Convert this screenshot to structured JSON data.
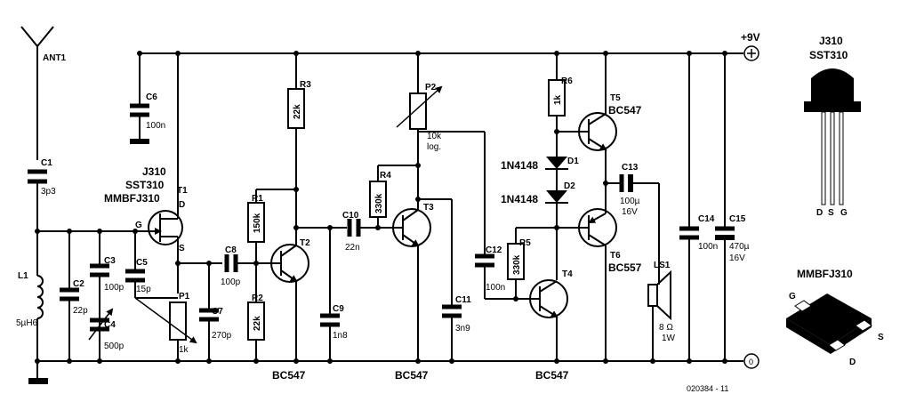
{
  "title": "",
  "supply": {
    "positive": "+9V",
    "ground": "0"
  },
  "drawing_number": "020384 - 11",
  "antenna": {
    "ref": "ANT1"
  },
  "inductor": {
    "ref": "L1",
    "value": "5µH6"
  },
  "capacitors": [
    {
      "ref": "C1",
      "value": "3p3"
    },
    {
      "ref": "C2",
      "value": "22p"
    },
    {
      "ref": "C3",
      "value": "100p"
    },
    {
      "ref": "C4",
      "value": "500p"
    },
    {
      "ref": "C5",
      "value": "15p"
    },
    {
      "ref": "C6",
      "value": "100n"
    },
    {
      "ref": "C7",
      "value": "270p"
    },
    {
      "ref": "C8",
      "value": "100p"
    },
    {
      "ref": "C9",
      "value": "1n8"
    },
    {
      "ref": "C10",
      "value": "22n"
    },
    {
      "ref": "C11",
      "value": "3n9"
    },
    {
      "ref": "C12",
      "value": "100n"
    },
    {
      "ref": "C13",
      "value": "100µ",
      "rating": "16V"
    },
    {
      "ref": "C14",
      "value": "100n"
    },
    {
      "ref": "C15",
      "value": "470µ",
      "rating": "16V"
    }
  ],
  "resistors": [
    {
      "ref": "R1",
      "value": "150k"
    },
    {
      "ref": "R2",
      "value": "22k"
    },
    {
      "ref": "R3",
      "value": "22k"
    },
    {
      "ref": "R4",
      "value": "330k"
    },
    {
      "ref": "R5",
      "value": "330k"
    },
    {
      "ref": "R6",
      "value": "1k"
    }
  ],
  "potentiometers": [
    {
      "ref": "P1",
      "value": "1k"
    },
    {
      "ref": "P2",
      "value": "10k",
      "taper": "log."
    }
  ],
  "diodes": [
    {
      "ref": "D1",
      "part": "1N4148"
    },
    {
      "ref": "D2",
      "part": "1N4148"
    }
  ],
  "transistors": [
    {
      "ref": "T1",
      "part_lines": [
        "J310",
        "SST310",
        "MMBFJ310"
      ],
      "pins": {
        "gate": "G",
        "drain": "D",
        "source": "S"
      }
    },
    {
      "ref": "T2",
      "part": "BC547"
    },
    {
      "ref": "T3",
      "part": "BC547"
    },
    {
      "ref": "T4",
      "part": "BC547"
    },
    {
      "ref": "T5",
      "part": "BC547"
    },
    {
      "ref": "T6",
      "part": "BC557"
    }
  ],
  "speaker": {
    "ref": "LS1",
    "impedance": "8 Ω",
    "power": "1W"
  },
  "packages": {
    "to92": {
      "title_lines": [
        "J310",
        "SST310"
      ],
      "pins": [
        "D",
        "S",
        "G"
      ]
    },
    "smd": {
      "title": "MMBFJ310",
      "pins": {
        "gate": "G",
        "source": "S",
        "drain": "D"
      }
    }
  }
}
